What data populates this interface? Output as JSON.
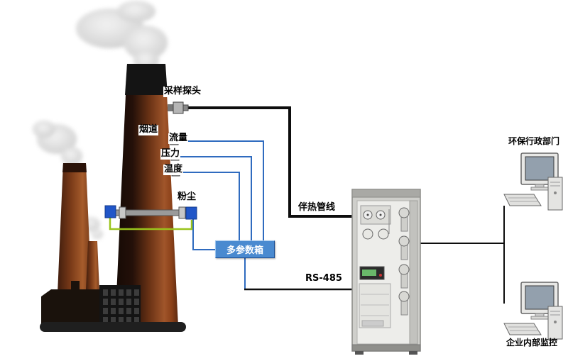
{
  "diagram": {
    "labels": {
      "sampling_probe": "采样探头",
      "flue": "烟道",
      "flow": "流量",
      "pressure": "压力",
      "temperature": "温度",
      "dust": "粉尘",
      "multi_param_box": "多参数箱",
      "heat_trace_pipeline": "伴热管线",
      "rs485": "RS-485",
      "env_admin_dept": "环保行政部门",
      "enterprise_internal_monitoring": "企业内部监控"
    },
    "colors": {
      "signal_blue": "#2f6bbf",
      "wire_green": "#9ac41c",
      "pipeline_black": "#0d0d0d",
      "param_box_blue": "#4a8ad0",
      "chimney_brown": "#8a4520",
      "smoke_grey": "#cccccc"
    }
  }
}
